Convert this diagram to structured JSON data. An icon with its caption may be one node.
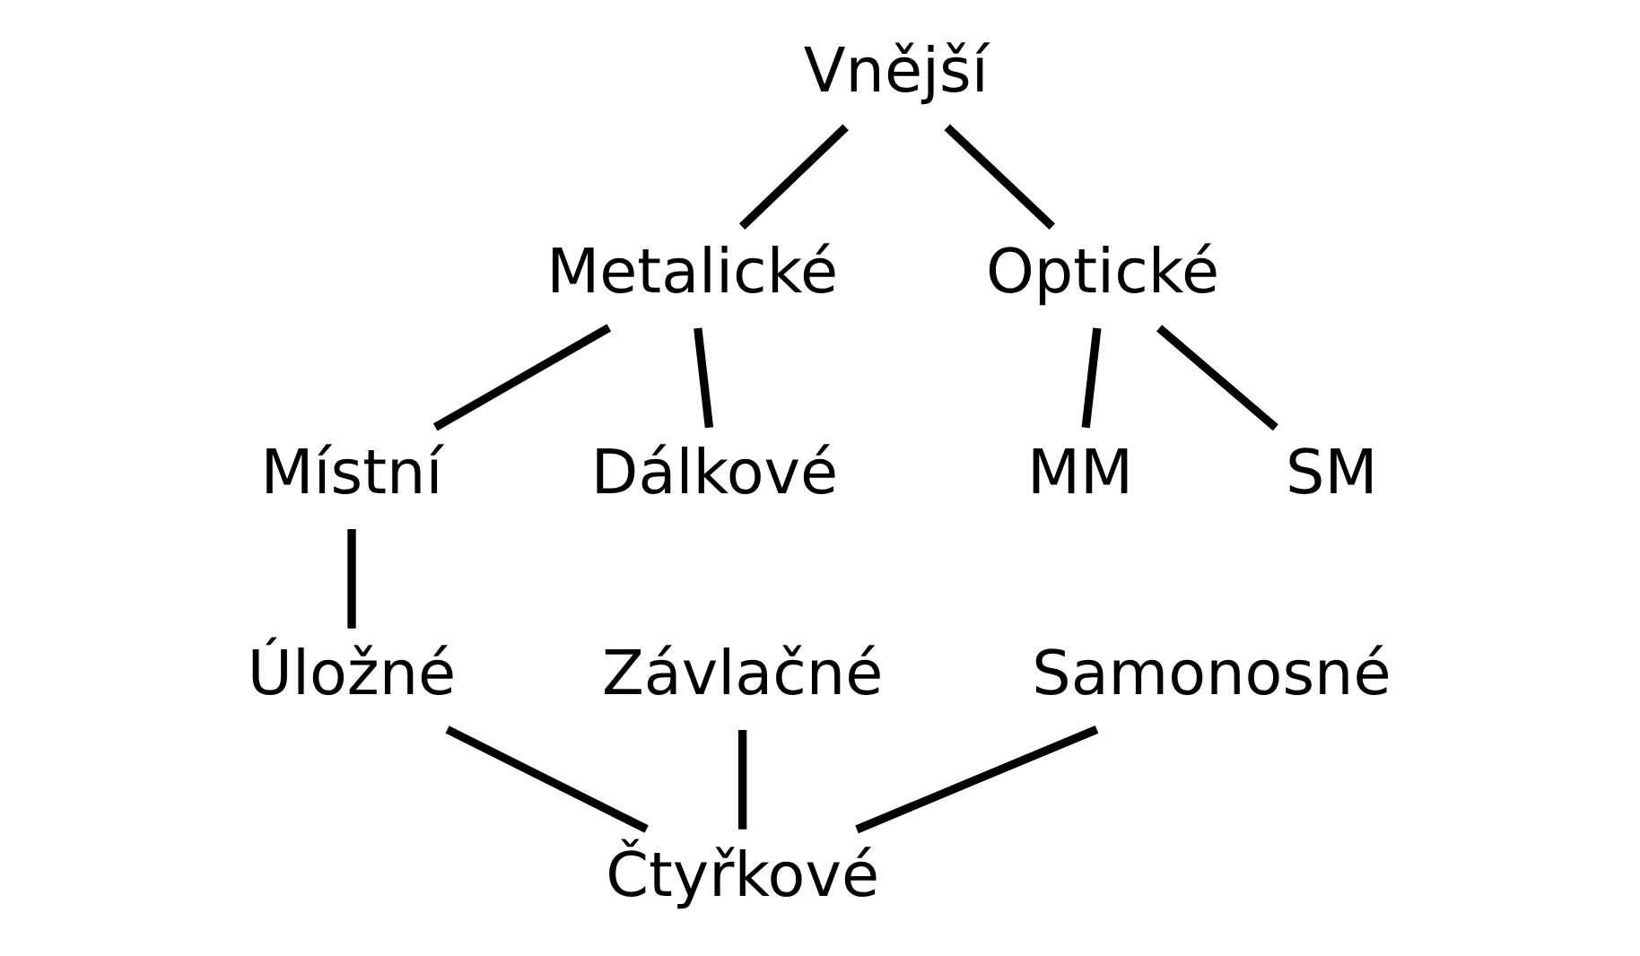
{
  "diagram": {
    "nodes": [
      {
        "text": [
          "Vnější"
        ]
      },
      {
        "text": [
          "Metalické"
        ]
      },
      {
        "text": [
          "Optické"
        ]
      },
      {
        "text": [
          "MM"
        ]
      },
      {
        "text": [
          "SM"
        ]
      },
      {
        "text": [
          "Místní"
        ]
      },
      {
        "text": [
          "Dálkové"
        ]
      },
      {
        "text": [
          "Úložné"
        ]
      },
      {
        "text": [
          "Závlačné"
        ]
      },
      {
        "text": [
          "Samonosné"
        ]
      },
      {
        "text": [
          "Čtyřkové"
        ]
      }
    ],
    "edges": [
      {
        "from": 0,
        "to": 1,
        "arrow": "none"
      },
      {
        "from": 0,
        "to": 2,
        "arrow": "none"
      },
      {
        "from": 2,
        "to": 3,
        "arrow": "none"
      },
      {
        "from": 2,
        "to": 4,
        "arrow": "none"
      },
      {
        "from": 1,
        "to": 5,
        "arrow": "none"
      },
      {
        "from": 1,
        "to": 6,
        "arrow": "none"
      },
      {
        "from": 5,
        "to": 7,
        "arrow": "none"
      },
      {
        "from": 7,
        "to": 10,
        "arrow": "none"
      },
      {
        "from": 8,
        "to": 10,
        "arrow": "none"
      },
      {
        "from": 9,
        "to": 10,
        "arrow": "none"
      }
    ]
  }
}
